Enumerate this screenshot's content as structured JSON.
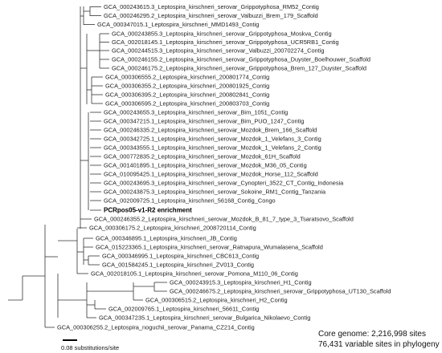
{
  "tree": {
    "taxa": [
      "GCA_000243615.3_Leptospira_kirschneri_serovar_Grippotyphosa_RM52_Contig",
      "GCA_000246295.2_Leptospira_kirschneri_serovar_Valbuzzi_Brem_179_Scaffold",
      "GCA_000347015.1_Leptospira_kirschneri_MMD1493_Contig",
      "GCA_000243855.3_Leptospira_kirschneri_serovar_Grippotyphosa_Moskva_Contig",
      "GCA_002018145.1_Leptospira_kirschneri_serovar_Grippotyphosa_UCR5RB1_Contig",
      "GCA_000244515.3_Leptospira_kirschneri_serovar_Valbuzzi_200702274_Contig",
      "GCA_000246155.2_Leptospira_kirschneri_serovar_Grippotyphosa_Duyster_Boelhouwer_Scaffold",
      "GCA_000246175.2_Leptospira_kirschneri_serovar_Grippotyphosa_Brem_127_Duyster_Scaffold",
      "GCA_000306555.2_Leptospira_kirschneri_200801774_Contig",
      "GCA_000306355.2_Leptospira_kirschneri_200801925_Contig",
      "GCA_000306395.2_Leptospira_kirschneri_200802841_Contig",
      "GCA_000306595.2_Leptospira_kirschneri_200803703_Contig",
      "GCA_000243655.3_Leptospira_kirschneri_serovar_Bim_1051_Contig",
      "GCA_000347215.1_Leptospira_kirschneri_serovar_Bim_PUO_1247_Contig",
      "GCA_000246335.2_Leptospira_kirschneri_serovar_Mozdok_Brem_166_Scaffold",
      "GCA_000342725.1_Leptospira_kirschneri_serovar_Mozdok_1_Velefans_3_Contig",
      "GCA_000343555.1_Leptospira_kirschneri_serovar_Mozdok_1_Velefans_2_Contig",
      "GCA_000772835.2_Leptospira_kirschneri_serovar_Mozdok_61H_Scaffold",
      "GCA_001401895.1_Leptospira_kirschneri_serovar_Mozdok_M36_05_Contig",
      "GCA_010095425.1_Leptospira_kirschneri_serovar_Mozdok_Horse_112_Scaffold",
      "GCA_000243695.3_Leptospira_kirschneri_serovar_Cynopteri_3522_CT_Contig_Indonesia",
      "GCA_000243875.3_Leptospira_kirschneri_serovar_Sokoine_RM1_Contig_Tanzania",
      "GCA_002009725.1_Leptospira_kirschneri_56168_Contig_Congo",
      "PCRpos05-v1-R2 enrichment",
      "GCA_000246355.2_Leptospira_kirschneri_serovar_Mozdok_B_81_7_type_3_Tsaratsovo_Scaffold",
      "GCA_000306175.2_Leptospira_kirschneri_2008720114_Contig",
      "GCA_000346895.1_Leptospira_kirschneri_JB_Contig",
      "GCA_015223365.1_Leptospira_kirschneri_serovar_Ratnapura_Wumalasena_Scaffold",
      "GCA_000346995.1_Leptospira_kirschneri_CBC613_Contig",
      "GCA_001584245.1_Leptospira_kirschneri_ZV013_Contig",
      "GCA_002018105.1_Leptospira_kirschneri_serovar_Pomona_M110_06_Contig",
      "GCA_000243915.3_Leptospira_kirschneri_H1_Contig",
      "GCA_000246675.2_Leptospira_kirschneri_serovar_Grippotyphosa_UT130_Scaffold",
      "GCA_000306515.2_Leptospira_kirschneri_H2_Contig",
      "GCA_002009765.1_Leptospira_kirschneri_56611_Contig",
      "GCA_000347235.1_Leptospira_kirschneri_serovar_Bulgarica_Nikolaevo_Contig",
      "GCA_000306255.2_Leptospira_noguchii_serovar_Panama_CZ214_Contig"
    ],
    "highlight_index": 23
  },
  "scale_bar": {
    "label": "0.08 substitutions/site"
  },
  "notes": {
    "line1": "Core genome: 2,216,998 sites",
    "line2": "76,431 variable sites in phylogeny"
  }
}
